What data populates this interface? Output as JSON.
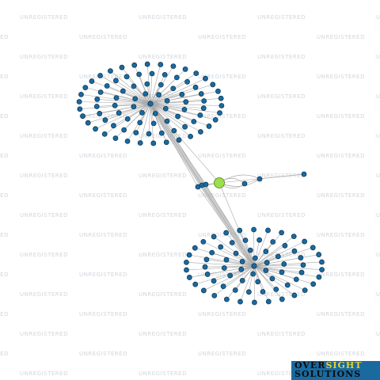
{
  "watermark": {
    "text": "UNREGISTERED"
  },
  "brand": {
    "line1_a": "OVER",
    "line1_b": "SIGHT",
    "line2": "SOLUTIONS"
  },
  "colors": {
    "background": "#ffffff",
    "node_fill": "#1a6aa0",
    "node_stroke": "#0e3a57",
    "focus_node_fill": "#9be04a",
    "focus_node_stroke": "#4b7a1c",
    "edge": "#a8a8a8",
    "watermark": "#d2d6db",
    "logo_bg": "#1a6aa0",
    "logo_accent": "#e8d22a"
  },
  "graph": {
    "cluster_upper_leaf_count": 84,
    "cluster_lower_leaf_count": 70,
    "bridge_node_count": 3,
    "focus_branch_node_count": 3
  }
}
